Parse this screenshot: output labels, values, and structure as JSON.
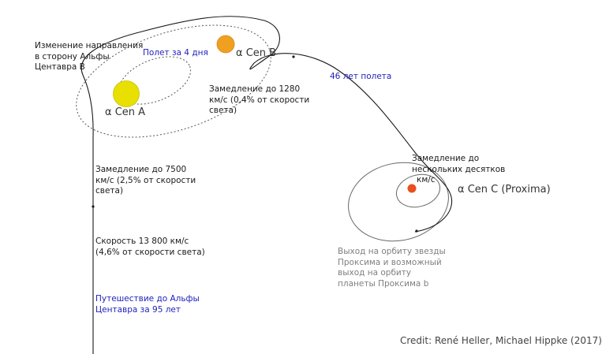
{
  "colors": {
    "alpha_a": "#e8e000",
    "alpha_b": "#f0a020",
    "proxima": "#e85020",
    "path": "#1a1a1a",
    "orbit": "#555555",
    "blue_text": "#2222bb",
    "gray_text": "#7f7f7f"
  },
  "stars": {
    "alpha_a": "α Cen A",
    "alpha_b": "α Cen B",
    "proxima": "α Cen C (Proxima)"
  },
  "labels": {
    "direction_change": [
      "Изменение направления",
      "в сторону Альфы",
      "Центавра B"
    ],
    "flight_4_days": "Полет за 4 дня",
    "decel_1280": [
      "Замедление до 1280",
      "км/с (0,4% от скорости",
      "света)"
    ],
    "flight_46_years": "46 лет полета",
    "decel_tens": [
      "Замедление до",
      "нескольких десятков",
      "км/с"
    ],
    "decel_7500": [
      "Замедление до 7500",
      "км/с (2,5% от скорости",
      "света)"
    ],
    "speed_13800": [
      "Скорость 13 800 км/с",
      "(4,6% от скорости света)"
    ],
    "journey_95": [
      "Путешествие до Альфы",
      "Центавра за 95 лет"
    ],
    "proxima_orbit": [
      "Выход на орбиту звезды",
      "Проксима и возможный",
      "выход на орбиту",
      "планеты Проксима b"
    ]
  },
  "credit": "Credit: René Heller, Michael Hippke (2017)"
}
